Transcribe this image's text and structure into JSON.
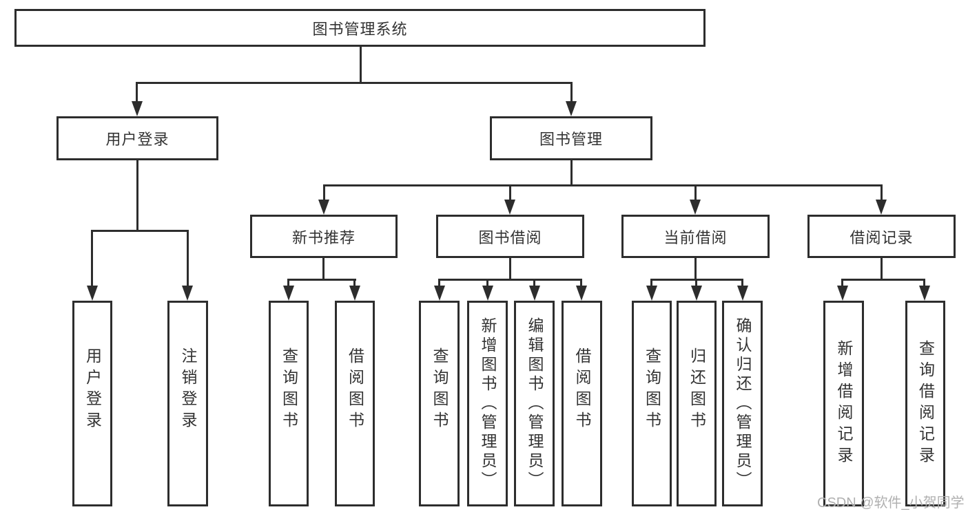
{
  "tree": {
    "label": "图书管理系统",
    "children": [
      {
        "label": "用户登录",
        "children": [
          {
            "label": "用户登录"
          },
          {
            "label": "注销登录"
          }
        ]
      },
      {
        "label": "图书管理",
        "children": [
          {
            "label": "新书推荐",
            "children": [
              {
                "label": "查询图书"
              },
              {
                "label": "借阅图书"
              }
            ]
          },
          {
            "label": "图书借阅",
            "children": [
              {
                "label": "查询图书"
              },
              {
                "label": "新增图书（管理员）"
              },
              {
                "label": "编辑图书（管理员）"
              },
              {
                "label": "借阅图书"
              }
            ]
          },
          {
            "label": "当前借阅",
            "children": [
              {
                "label": "查询图书"
              },
              {
                "label": "归还图书"
              },
              {
                "label": "确认归还（管理员）"
              }
            ]
          },
          {
            "label": "借阅记录",
            "children": [
              {
                "label": "新增借阅记录"
              },
              {
                "label": "查询借阅记录"
              }
            ]
          }
        ]
      }
    ]
  },
  "watermark": {
    "text": "CSDN @软件_小贺同学"
  },
  "colors": {
    "line": "#2d2d2d",
    "text": "#333333",
    "watermark": "#b0b0b0",
    "background": "#ffffff"
  }
}
